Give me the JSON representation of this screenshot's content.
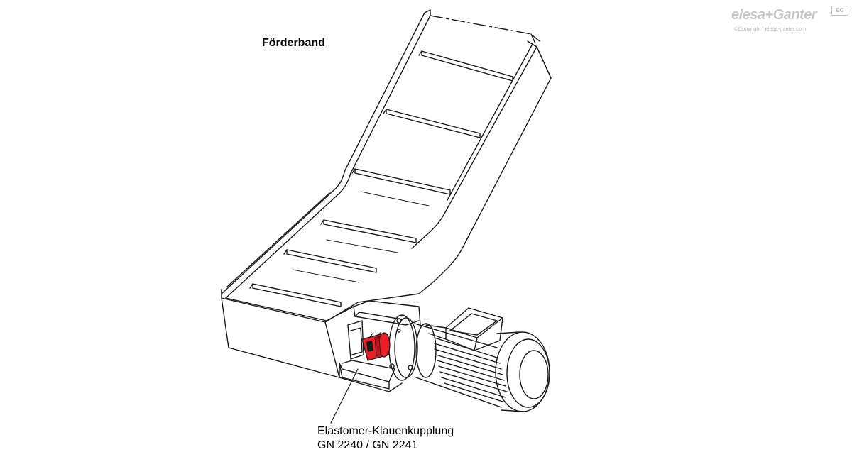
{
  "diagram": {
    "title": "Förderband",
    "callout_line1": "Elastomer-Klauenkupplung",
    "callout_line2": "GN 2240 / GN 2241"
  },
  "logo": {
    "brand": "elesa+Ganter",
    "copyright": "©Copyright | elesa-ganter.com",
    "badge": "EG"
  },
  "colors": {
    "line": "#1a1a1a",
    "coupling": "#e8202a",
    "background": "#ffffff"
  }
}
